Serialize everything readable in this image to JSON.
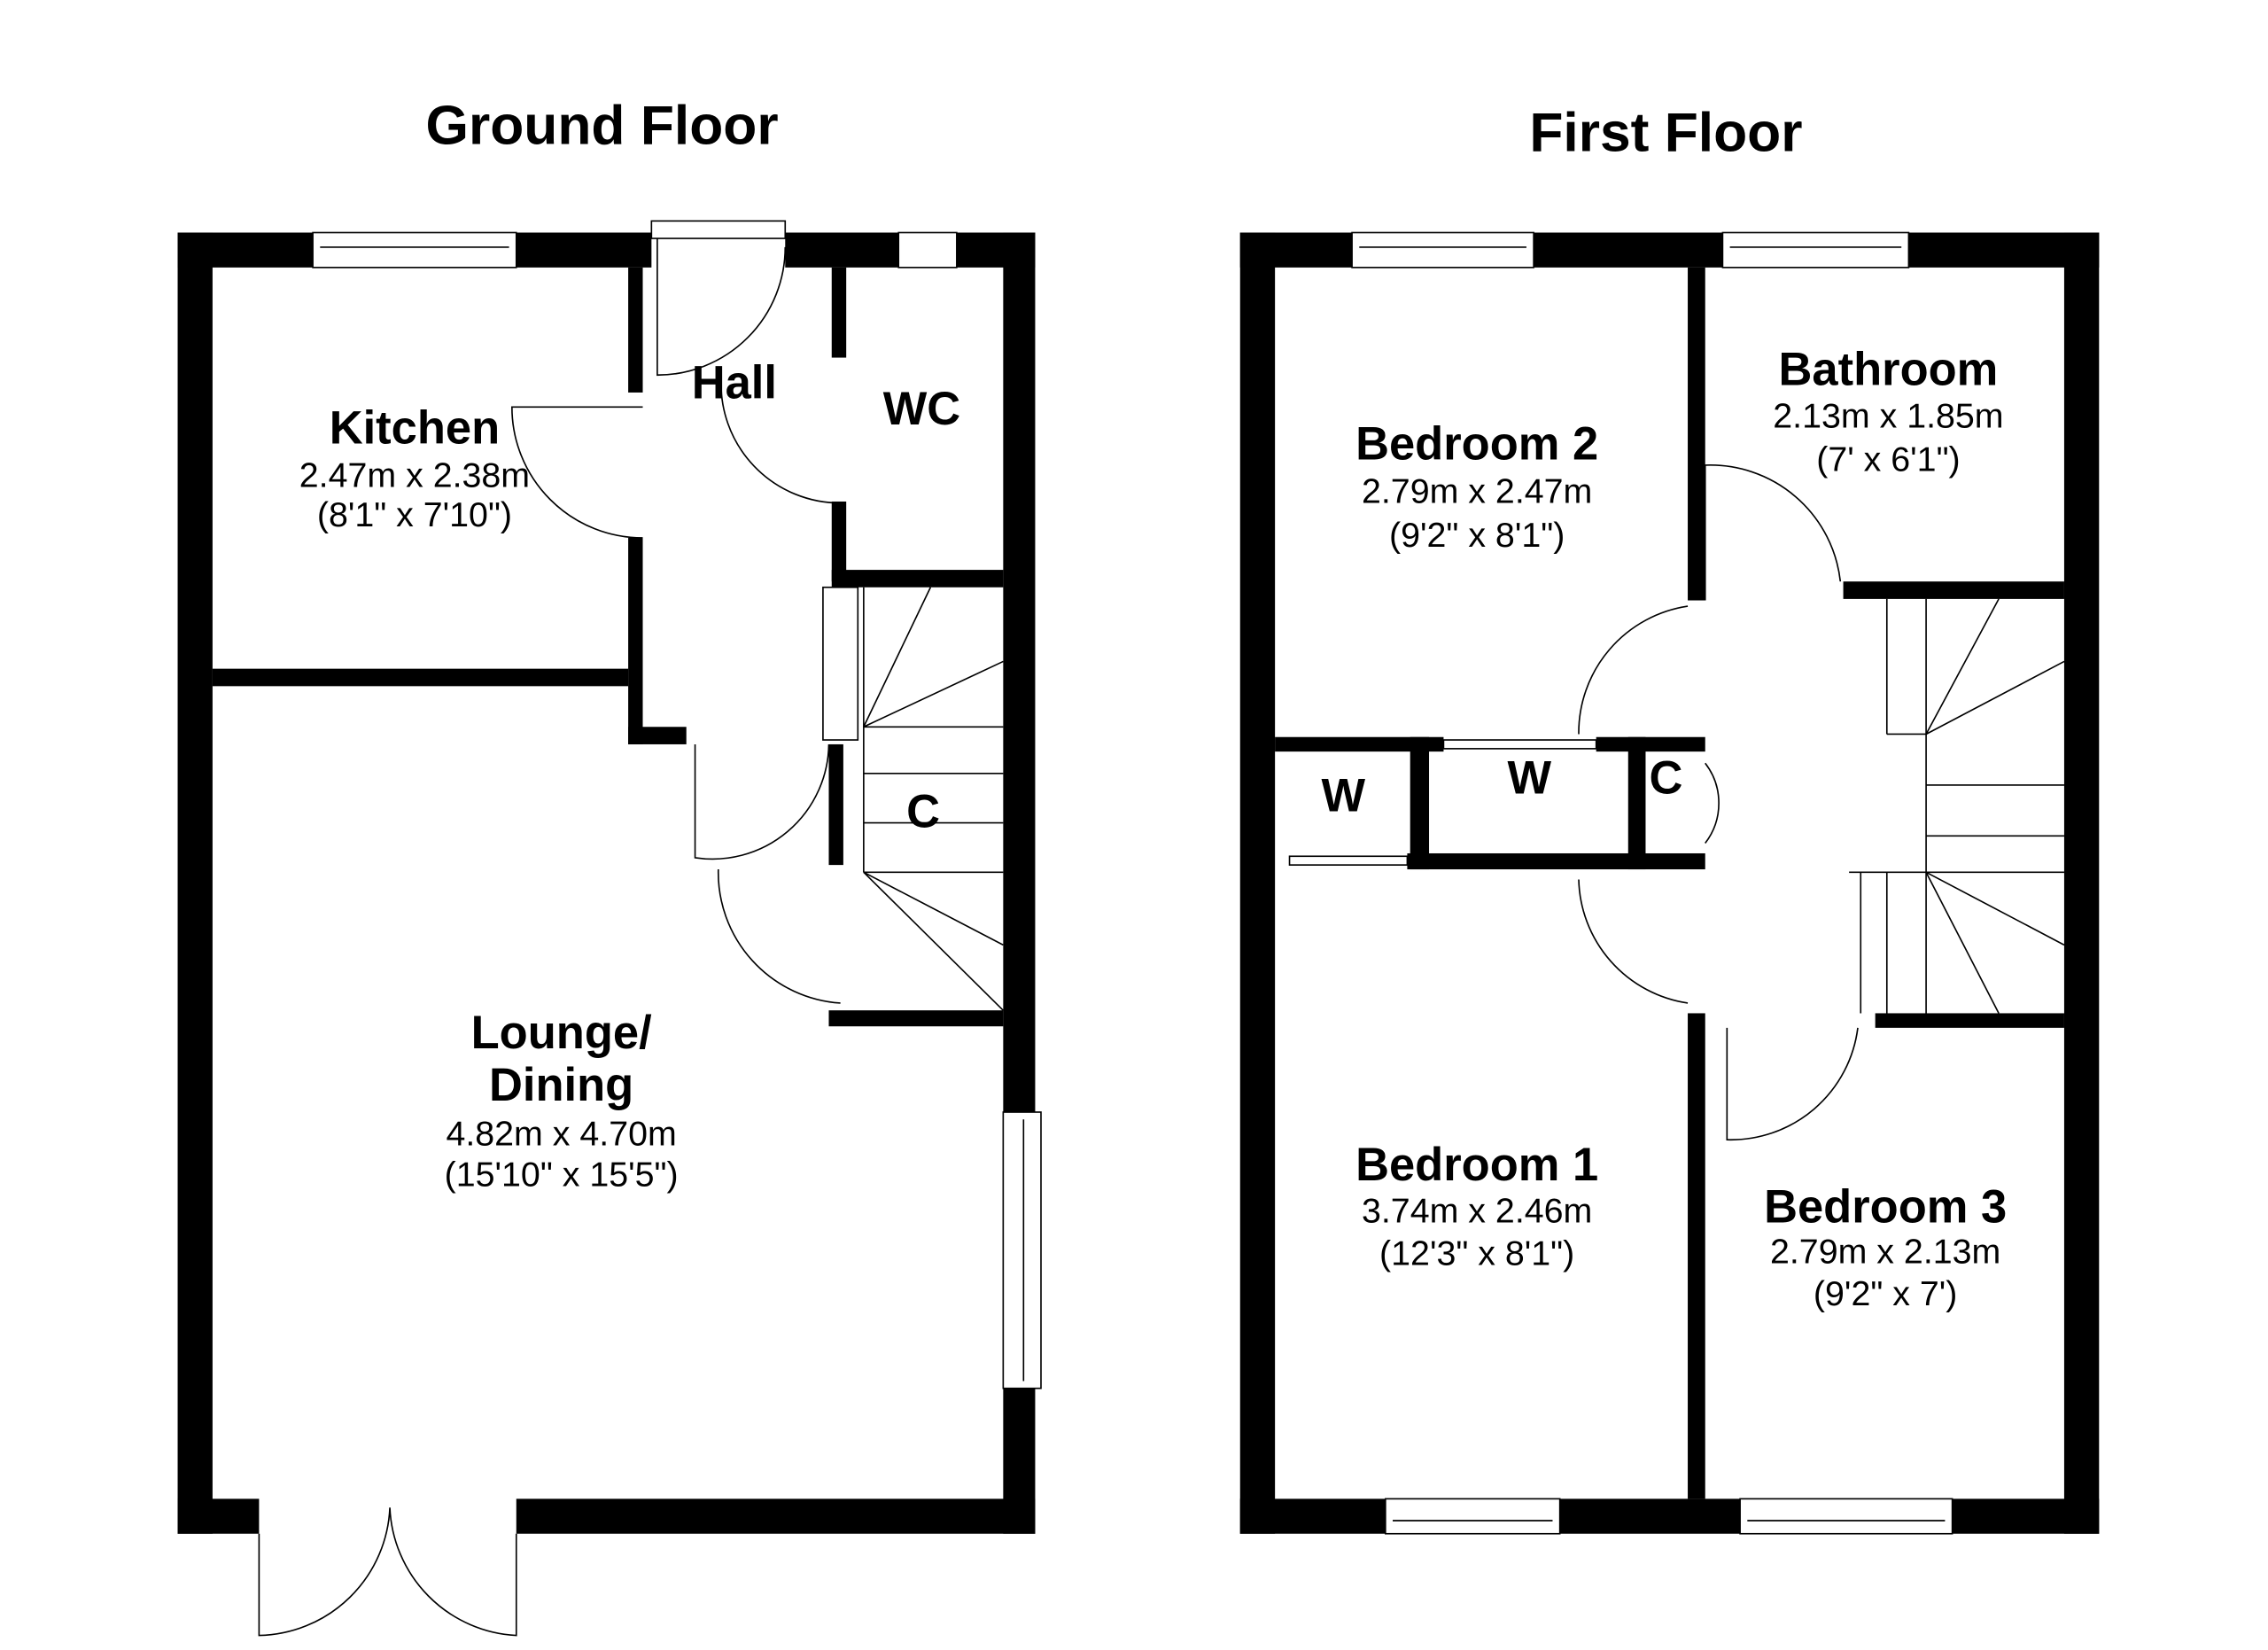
{
  "ground_floor": {
    "title": "Ground Floor",
    "rooms": {
      "kitchen": {
        "name": "Kitchen",
        "metric": "2.47m x 2.38m",
        "imperial": "(8'1\" x 7'10\")"
      },
      "hall": {
        "name": "Hall"
      },
      "wc": {
        "name": "WC"
      },
      "cupboard": {
        "name": "C"
      },
      "lounge": {
        "name_line1": "Lounge/",
        "name_line2": "Dining",
        "metric": "4.82m x 4.70m",
        "imperial": "(15'10\" x 15'5\")"
      }
    }
  },
  "first_floor": {
    "title": "First Floor",
    "rooms": {
      "bedroom2": {
        "name": "Bedroom 2",
        "metric": "2.79m x 2.47m",
        "imperial": "(9'2\" x 8'1\")"
      },
      "bathroom": {
        "name": "Bathroom",
        "metric": "2.13m x 1.85m",
        "imperial": "(7' x 6'1\")"
      },
      "wardrobe1": {
        "name": "W"
      },
      "wardrobe2": {
        "name": "W"
      },
      "cupboard": {
        "name": "C"
      },
      "bedroom1": {
        "name": "Bedroom 1",
        "metric": "3.74m x 2.46m",
        "imperial": "(12'3\" x 8'1\")"
      },
      "bedroom3": {
        "name": "Bedroom 3",
        "metric": "2.79m x 2.13m",
        "imperial": "(9'2\" x 7')"
      }
    }
  }
}
